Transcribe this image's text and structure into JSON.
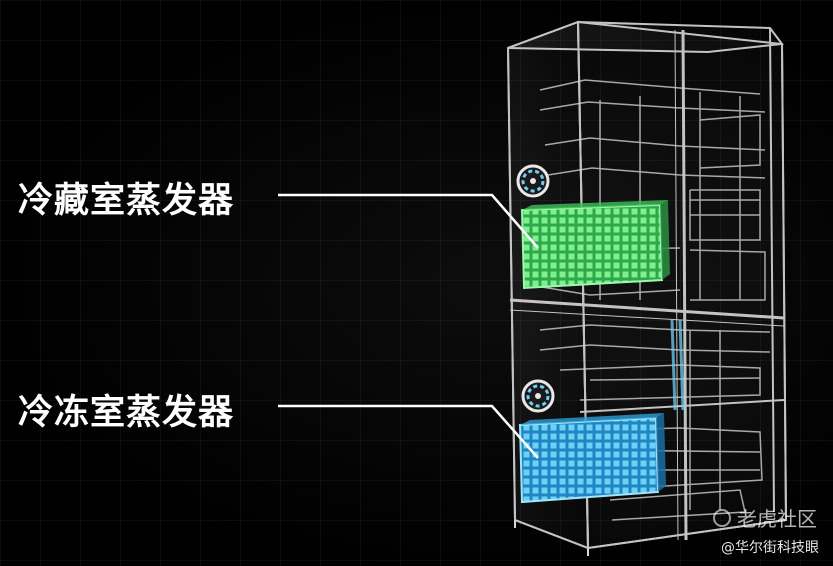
{
  "labels": {
    "refrigerator_evaporator": "冷藏室蒸发器",
    "freezer_evaporator": "冷冻室蒸发器"
  },
  "watermark": {
    "community": "老虎社区",
    "author": "@华尔街科技眼"
  },
  "colors": {
    "background": "#000000",
    "refrigerator_evaporator": "#4fd36a",
    "freezer_evaporator": "#3ab4e8",
    "frame_lines": "#d8d8d8",
    "label_text": "#ffffff"
  }
}
